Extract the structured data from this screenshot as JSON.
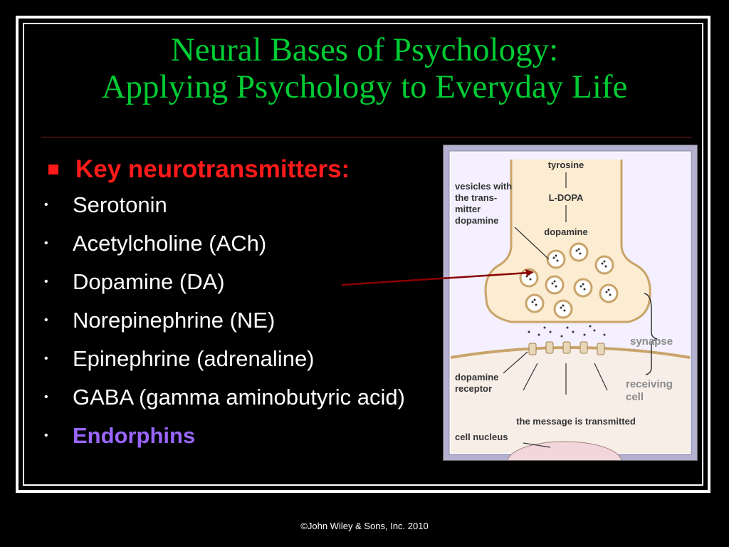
{
  "slide": {
    "title_line1": "Neural Bases of Psychology:",
    "title_line2": "Applying Psychology to Everyday Life",
    "heading": "Key neurotransmitters:",
    "items": [
      "Serotonin",
      "Acetylcholine (ACh)",
      "Dopamine (DA)",
      "Norepinephrine (NE)",
      "Epinephrine (adrenaline)",
      "GABA (gamma aminobutyric acid)",
      "Endorphins"
    ],
    "bullet_glyph": "•",
    "footer": "©John Wiley & Sons, Inc. 2010"
  },
  "figure": {
    "labels": {
      "tyrosine": "tyrosine",
      "ldopa": "L-DOPA",
      "dopamine": "dopamine",
      "vesicles_1": "vesicles with",
      "vesicles_2": "the trans-",
      "vesicles_3": "mitter",
      "vesicles_4": "dopamine",
      "synapse": "synapse",
      "dopamine_receptor_1": "dopamine",
      "dopamine_receptor_2": "receptor",
      "receiving_1": "receiving",
      "receiving_2": "cell",
      "message": "the message is transmitted",
      "cell_nucleus": "cell nucleus"
    }
  },
  "colors": {
    "title": "#00cc33",
    "heading": "#ff1a1a",
    "highlight": "#9966ff",
    "arrow": "#8b0000"
  }
}
